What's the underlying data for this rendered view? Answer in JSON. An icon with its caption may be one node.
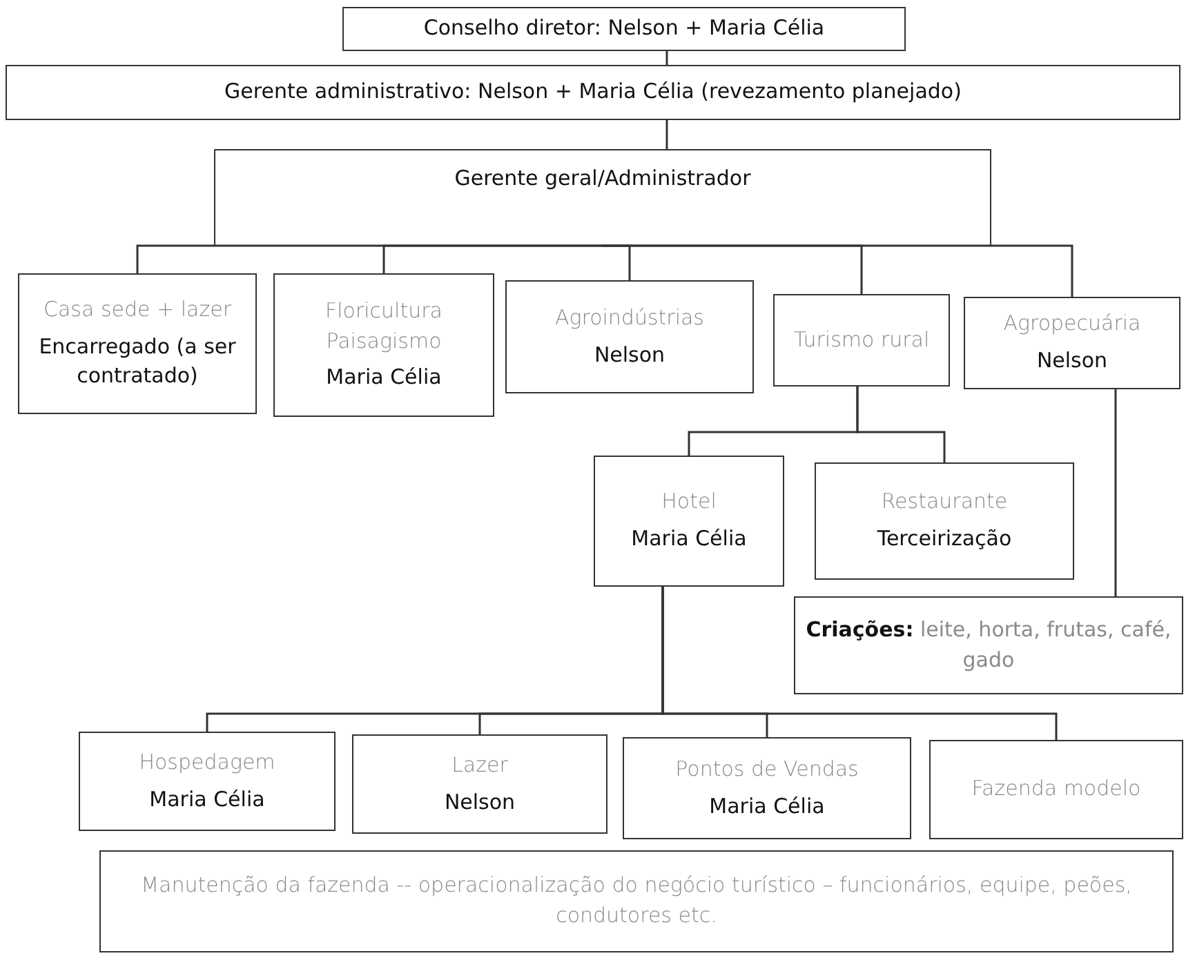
{
  "diagram": {
    "nodes": [
      {
        "text": [
          "Conselho diretor: Nelson + Maria Célia"
        ]
      },
      {
        "text": [
          "Gerente administrativo: Nelson + Maria Célia (revezamento planejado)"
        ]
      },
      {
        "text": [
          "Gerente geral/Administrador"
        ]
      },
      {
        "text": [
          "Casa sede + lazer",
          "Encarregado (a ser contratado)"
        ]
      },
      {
        "text": [
          "Floricultura Paisagismo",
          "Maria Célia"
        ]
      },
      {
        "text": [
          "Agroindústrias",
          "Nelson"
        ]
      },
      {
        "text": [
          "Turismo rural"
        ]
      },
      {
        "text": [
          "Agropecuária",
          "Nelson"
        ]
      },
      {
        "text": [
          "Hotel",
          "Maria Célia"
        ]
      },
      {
        "text": [
          "Restaurante",
          "Terceirização"
        ]
      },
      {
        "text": [
          "**Criações:** leite, horta, frutas, café, gado"
        ]
      },
      {
        "text": [
          "Hospedagem",
          "Maria Célia"
        ]
      },
      {
        "text": [
          "Lazer",
          "Nelson"
        ]
      },
      {
        "text": [
          "Pontos de Vendas",
          "Maria Célia"
        ]
      },
      {
        "text": [
          "Fazenda modelo"
        ]
      },
      {
        "text": [
          "Manutenção da fazenda -- operacionalização do negócio turístico – funcionários, equipe, peões, condutores etc."
        ]
      }
    ],
    "edges": [
      {
        "from": 0,
        "to": 1,
        "arrow": "none"
      },
      {
        "from": 1,
        "to": 2,
        "arrow": "none"
      },
      {
        "from": 2,
        "to": 3,
        "arrow": "none"
      },
      {
        "from": 2,
        "to": 4,
        "arrow": "none"
      },
      {
        "from": 2,
        "to": 5,
        "arrow": "none"
      },
      {
        "from": 2,
        "to": 6,
        "arrow": "none"
      },
      {
        "from": 2,
        "to": 7,
        "arrow": "none"
      },
      {
        "from": 6,
        "to": 8,
        "arrow": "none"
      },
      {
        "from": 6,
        "to": 9,
        "arrow": "none"
      },
      {
        "from": 7,
        "to": 10,
        "arrow": "none"
      },
      {
        "from": 8,
        "to": 11,
        "arrow": "none"
      },
      {
        "from": 8,
        "to": 12,
        "arrow": "none"
      },
      {
        "from": 8,
        "to": 13,
        "arrow": "none"
      },
      {
        "from": 8,
        "to": 14,
        "arrow": "none"
      }
    ]
  }
}
